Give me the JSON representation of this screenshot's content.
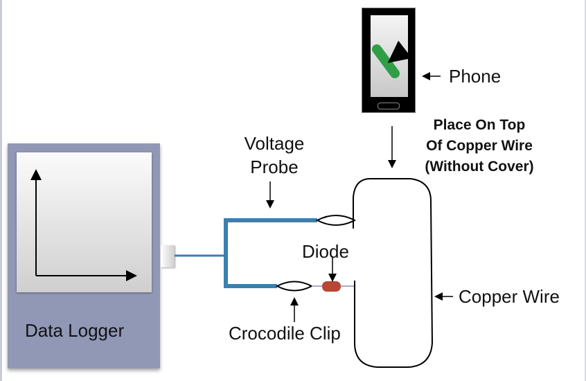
{
  "diagram": {
    "data_logger": {
      "label": "Data Logger"
    },
    "phone": {
      "label": "Phone",
      "icon": "phone-call-icon"
    },
    "instruction": {
      "lines": [
        "Place On Top",
        "Of Copper Wire",
        "(Without Cover)"
      ]
    },
    "voltage_probe": {
      "lines": [
        "Voltage",
        "Probe"
      ]
    },
    "diode": {
      "label": "Diode"
    },
    "crocodile_clip": {
      "label": "Crocodile Clip"
    },
    "copper_wire": {
      "label": "Copper Wire"
    },
    "colors": {
      "probe_wire": "#3b7fb0",
      "diode": "#b94735",
      "logger": "#9198b6",
      "phone_icon": "#2f9e47"
    }
  }
}
